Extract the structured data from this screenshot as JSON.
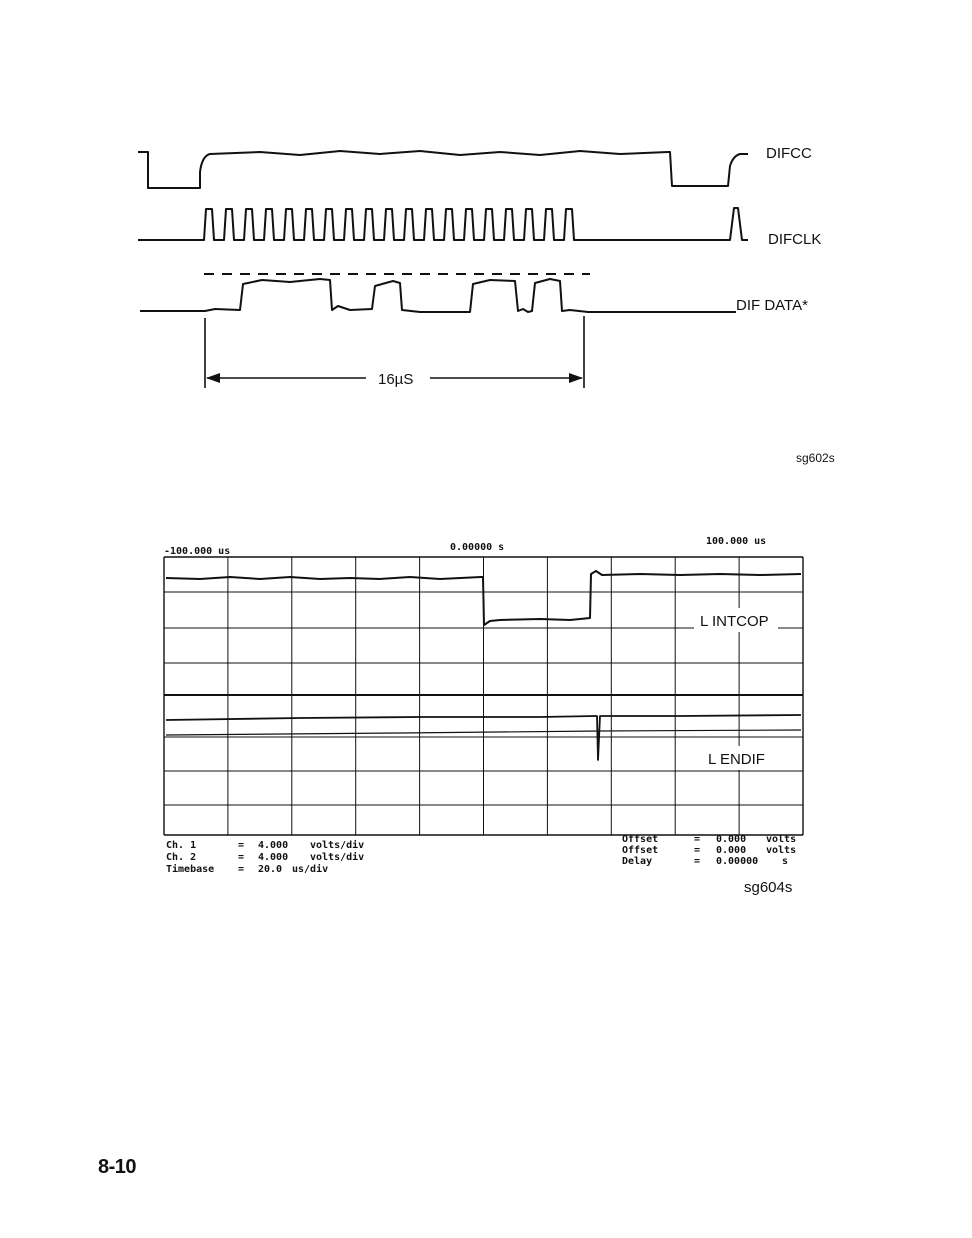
{
  "timing_diagram": {
    "signals": {
      "difcc": "DIFCC",
      "difclk": "DIFCLK",
      "dif_data": "DIF DATA*"
    },
    "interval_label": "16µS",
    "figure_id": "sg602s"
  },
  "scope_capture": {
    "time_left": "-100.000 us",
    "time_center": "0.00000  s",
    "time_right": "100.000 us",
    "ch1_trace_label": "L INTCOP",
    "ch2_trace_label": "L ENDIF",
    "settings_left": [
      {
        "name": "Ch.  1",
        "eq": "=",
        "value": "4.000",
        "unit": "volts/div"
      },
      {
        "name": "Ch.  2",
        "eq": "=",
        "value": "4.000",
        "unit": "volts/div"
      },
      {
        "name": "Timebase",
        "eq": "=",
        "value": "20.0",
        "unit": "us/div"
      }
    ],
    "settings_right": [
      {
        "name": "Offset",
        "eq": "=",
        "value": "0.000",
        "unit": "volts"
      },
      {
        "name": "Offset",
        "eq": "=",
        "value": "0.000",
        "unit": "volts"
      },
      {
        "name": "Delay",
        "eq": "=",
        "value": "0.00000",
        "unit": "s"
      }
    ],
    "figure_id": "sg604s"
  },
  "page_number": "8-10"
}
